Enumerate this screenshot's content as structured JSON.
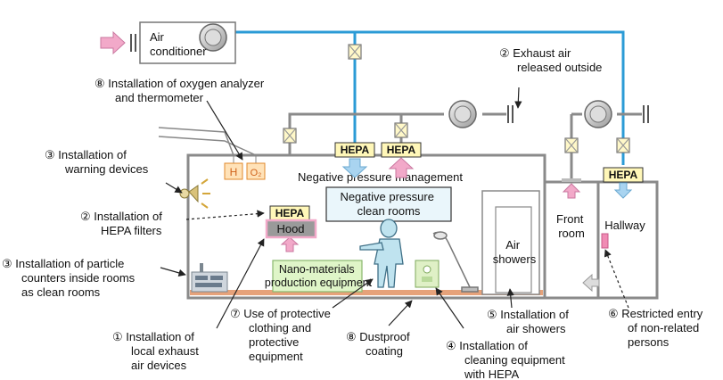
{
  "title": "",
  "labels": {
    "air_conditioner": [
      "Air",
      "conditioner"
    ],
    "exhaust": [
      "② Exhaust air",
      "released outside"
    ],
    "oxygen": [
      "⑧ Installation of oxygen analyzer",
      "and thermometer"
    ],
    "warning": [
      "③ Installation of",
      "warning devices"
    ],
    "hepa_filters": [
      "② Installation of",
      "HEPA filters"
    ],
    "particle": [
      "③ Installation of particle",
      "counters inside rooms",
      "as clean rooms"
    ],
    "local_exhaust": [
      "① Installation of",
      "local exhaust",
      "air devices"
    ],
    "protective": [
      "⑦ Use of protective",
      "clothing and",
      "protective",
      "equipment"
    ],
    "dustproof": [
      "⑧ Dustproof",
      "coating"
    ],
    "cleaning": [
      "④ Installation of",
      "cleaning equipment",
      "with HEPA"
    ],
    "air_showers_inst": [
      "⑤ Installation of",
      "air showers"
    ],
    "restricted": [
      "⑥ Restricted entry",
      "of non-related",
      "persons"
    ],
    "neg_pressure_mgmt": "Negative pressure management",
    "neg_pressure_rooms": [
      "Negative pressure",
      "clean rooms"
    ],
    "hood": "Hood",
    "nano": [
      "Nano-materials",
      "production equipment"
    ],
    "air_showers_room": [
      "Air",
      "showers"
    ],
    "front_room": [
      "Front",
      "room"
    ],
    "hallway": "Hallway",
    "hepa": "HEPA",
    "h_sensor": "H",
    "o2_sensor": "O₂"
  },
  "colors": {
    "duct_blue": "#2b9bd6",
    "duct_gray": "#8a8a8a",
    "hepa_fill": "#fff7b8",
    "arrow_pink": "#f2a9c9",
    "arrow_blue": "#a9d4f0",
    "floor": "#e6a27a",
    "nano_fill": "#dff5c8",
    "neg_room_fill": "#eaf6fb"
  }
}
